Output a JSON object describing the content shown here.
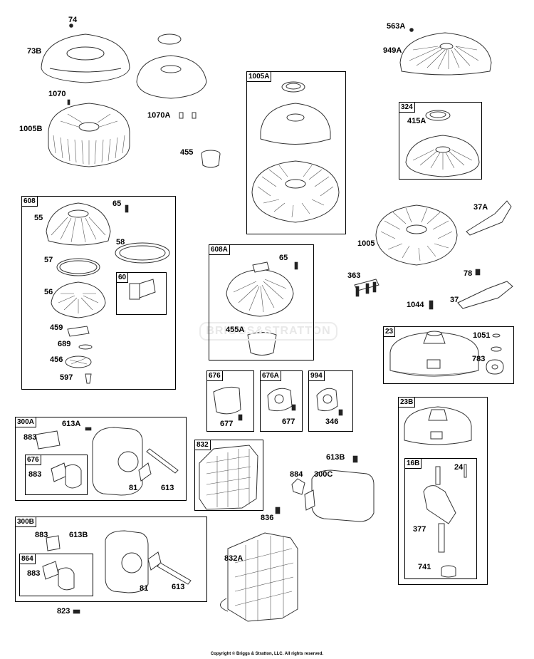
{
  "watermark": "BRIGGS&STRATTON",
  "copyright": "Copyright © Briggs & Stratton, LLC. All rights reserved.",
  "groups": {
    "g608": "608",
    "g60": "60",
    "g1005A": "1005A",
    "g324": "324",
    "g608A": "608A",
    "g23": "23",
    "g23B": "23B",
    "g16B": "16B",
    "g676": "676",
    "g676A": "676A",
    "g994": "994",
    "g300A": "300A",
    "g676b": "676",
    "g832": "832",
    "g300B": "300B",
    "g864": "864"
  },
  "parts": {
    "p74": "74",
    "p73B": "73B",
    "p1070": "1070",
    "p1005B": "1005B",
    "p1070A": "1070A",
    "p455": "455",
    "p563A": "563A",
    "p949A": "949A",
    "p415A": "415A",
    "p37A": "37A",
    "p1005": "1005",
    "p78": "78",
    "p363": "363",
    "p1044": "1044",
    "p37": "37",
    "p65a": "65",
    "p55": "55",
    "p58": "58",
    "p57": "57",
    "p56": "56",
    "p459": "459",
    "p689": "689",
    "p456": "456",
    "p597": "597",
    "p65b": "65",
    "p455A": "455A",
    "p1051": "1051",
    "p783": "783",
    "p677a": "677",
    "p677b": "677",
    "p346": "346",
    "p24": "24",
    "p377": "377",
    "p741": "741",
    "p883a": "883",
    "p613A": "613A",
    "p883b": "883",
    "p81a": "81",
    "p613a": "613",
    "p613B": "613B",
    "p884": "884",
    "p300C": "300C",
    "p836": "836",
    "p883c": "883",
    "p613Bb": "613B",
    "p883d": "883",
    "p81b": "81",
    "p613b": "613",
    "p823": "823",
    "p832A": "832A"
  }
}
